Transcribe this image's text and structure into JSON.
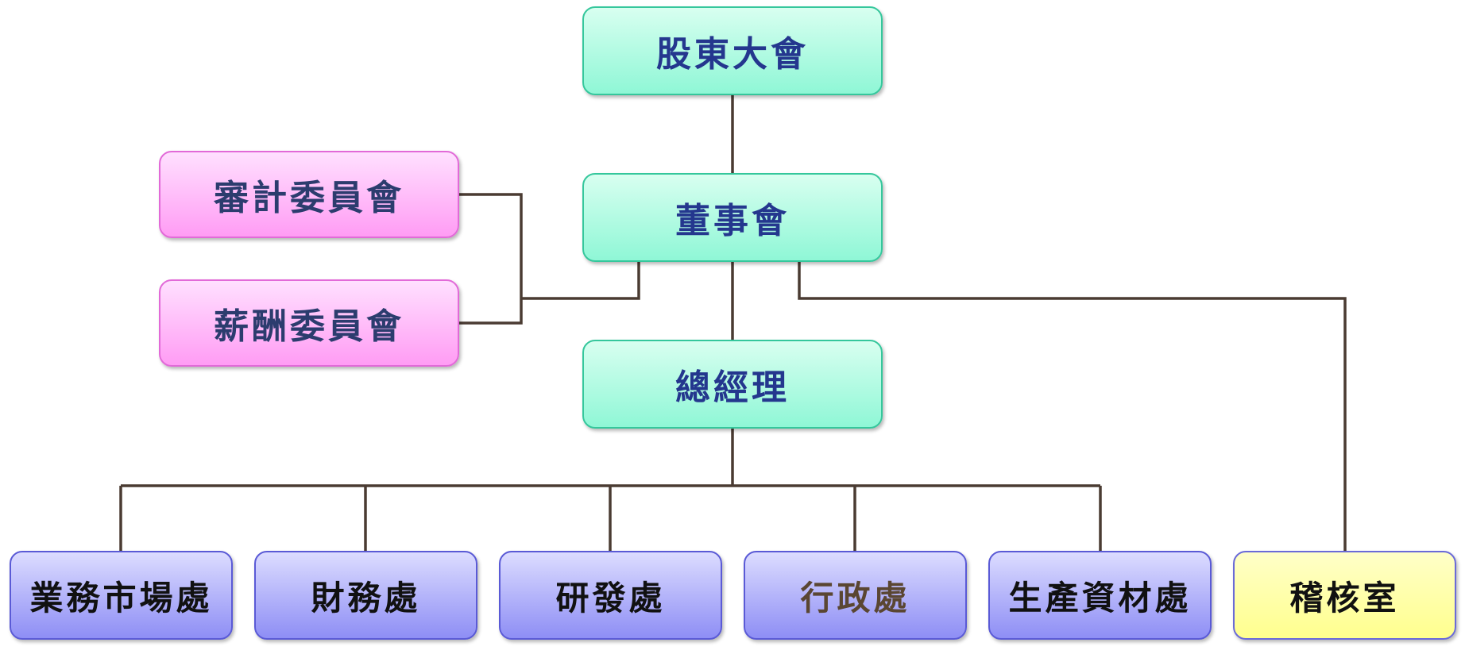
{
  "diagram": {
    "line_color": "#4a3b32",
    "nodes": {
      "shareholders": "股東大會",
      "board": "董事會",
      "audit_committee": "審計委員會",
      "compensation_committee": "薪酬委員會",
      "general_manager": "總經理",
      "sales_marketing": "業務市場處",
      "finance": "財務處",
      "rnd": "研發處",
      "administration": "行政處",
      "production_materials": "生產資材處",
      "internal_audit": "稽核室"
    },
    "colors": {
      "administration_text": "#5a4632"
    }
  }
}
